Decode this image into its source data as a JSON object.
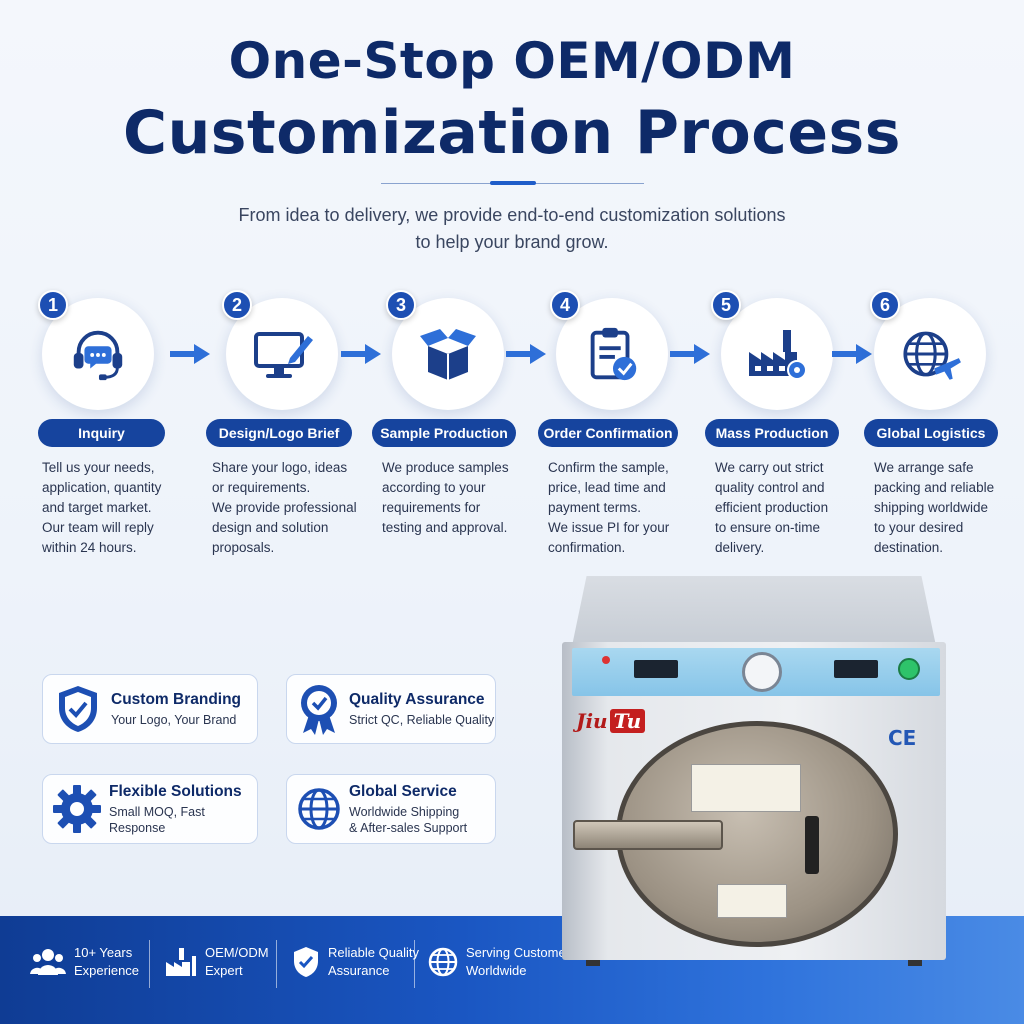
{
  "header": {
    "title_line1": "One-Stop OEM/ODM",
    "title_line2": "Customization Process",
    "subtitle_line1": "From idea to delivery, we provide end-to-end customization solutions",
    "subtitle_line2": "to help your brand grow."
  },
  "steps": [
    {
      "number": "1",
      "title": "Inquiry",
      "icon": "headset-chat-icon",
      "desc": [
        "Tell us your needs,",
        "application, quantity",
        "and target market.",
        "Our team will reply",
        "within 24 hours."
      ]
    },
    {
      "number": "2",
      "title": "Design/Logo Brief",
      "icon": "monitor-pencil-icon",
      "desc": [
        "Share your logo, ideas",
        "or requirements.",
        "We provide professional",
        "design and solution",
        "proposals."
      ]
    },
    {
      "number": "3",
      "title": "Sample Production",
      "icon": "box-icon",
      "desc": [
        "We produce samples",
        "according to your",
        "requirements for",
        "testing and approval."
      ]
    },
    {
      "number": "4",
      "title": "Order Confirmation",
      "icon": "clipboard-check-icon",
      "desc": [
        "Confirm the sample,",
        "price, lead time and",
        "payment terms.",
        "We issue PI for your",
        "confirmation."
      ]
    },
    {
      "number": "5",
      "title": "Mass Production",
      "icon": "factory-gear-icon",
      "desc": [
        "We carry out strict",
        "quality control and",
        "efficient production",
        "to ensure on-time",
        "delivery."
      ]
    },
    {
      "number": "6",
      "title": "Global Logistics",
      "icon": "globe-plane-icon",
      "desc": [
        "We arrange safe",
        "packing and reliable",
        "shipping worldwide",
        "to your desired",
        "destination."
      ]
    }
  ],
  "features": [
    {
      "title": "Custom Branding",
      "sub1": "Your Logo, Your Brand",
      "sub2": "",
      "icon": "shield-check-icon"
    },
    {
      "title": "Quality Assurance",
      "sub1": "Strict QC, Reliable Quality",
      "sub2": "",
      "icon": "award-medal-icon"
    },
    {
      "title": "Flexible Solutions",
      "sub1": "Small MOQ, Fast Response",
      "sub2": "",
      "icon": "gear-icon"
    },
    {
      "title": "Global Service",
      "sub1": "Worldwide Shipping",
      "sub2": "& After-sales Support",
      "icon": "globe-icon"
    }
  ],
  "stats": [
    {
      "line1": "10+ Years",
      "line2": "Experience",
      "icon": "team-icon"
    },
    {
      "line1": "OEM/ODM",
      "line2": "Expert",
      "icon": "factory-icon"
    },
    {
      "line1": "Reliable Quality",
      "line2": "Assurance",
      "icon": "shield-check-icon"
    },
    {
      "line1": "Serving Customers",
      "line2": "Worldwide",
      "icon": "globe-icon"
    }
  ],
  "product": {
    "brand_part1": "Jiu",
    "brand_part2": "Tu",
    "cert_mark": "CE"
  },
  "colors": {
    "navy": "#0e2a68",
    "accent_blue": "#1d4fb3",
    "pill_blue": "#16449e",
    "bar_blue": "#1a56c2"
  }
}
